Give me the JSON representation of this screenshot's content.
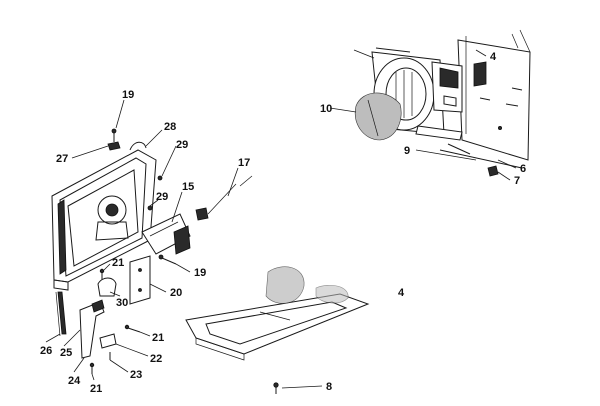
{
  "callouts": {
    "c4": "4",
    "c6": "6",
    "c7": "7",
    "c8": "8",
    "c9": "9",
    "c10": "10",
    "c15": "15",
    "c17": "17",
    "c19a": "19",
    "c19b": "19",
    "c20": "20",
    "c21a": "21",
    "c21b": "21",
    "c21c": "21",
    "c22": "22",
    "c23": "23",
    "c24": "24",
    "c25": "25",
    "c26": "26",
    "c27": "27",
    "c28": "28",
    "c29a": "29",
    "c29b": "29",
    "c30": "30",
    "c4b": "4"
  }
}
